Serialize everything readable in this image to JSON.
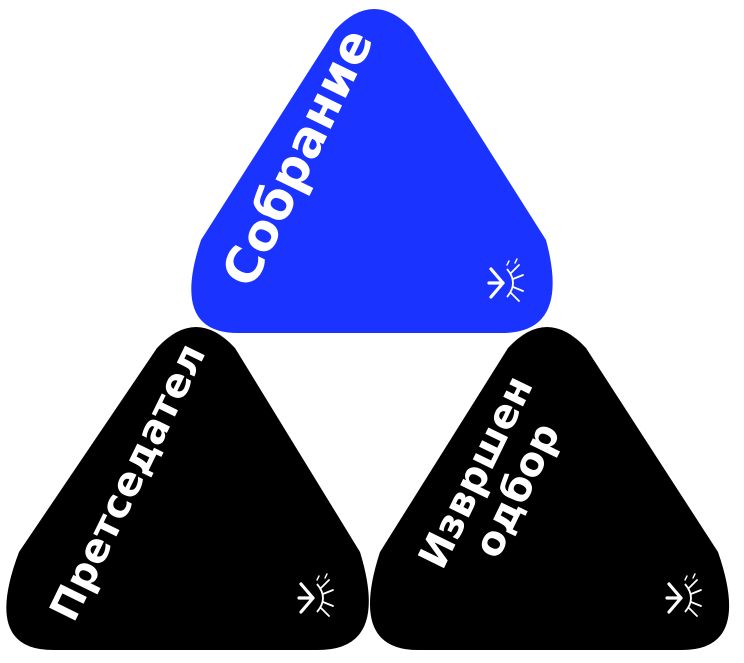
{
  "diagram": {
    "top": {
      "label": "Собрание",
      "color": "#1a33ff",
      "logo_icon": "org-logo-icon"
    },
    "left": {
      "label": "Претседател",
      "color": "#000000",
      "logo_icon": "org-logo-icon"
    },
    "right": {
      "label_line1": "Извршен",
      "label_line2": "одбор",
      "color": "#000000",
      "logo_icon": "org-logo-icon"
    }
  }
}
